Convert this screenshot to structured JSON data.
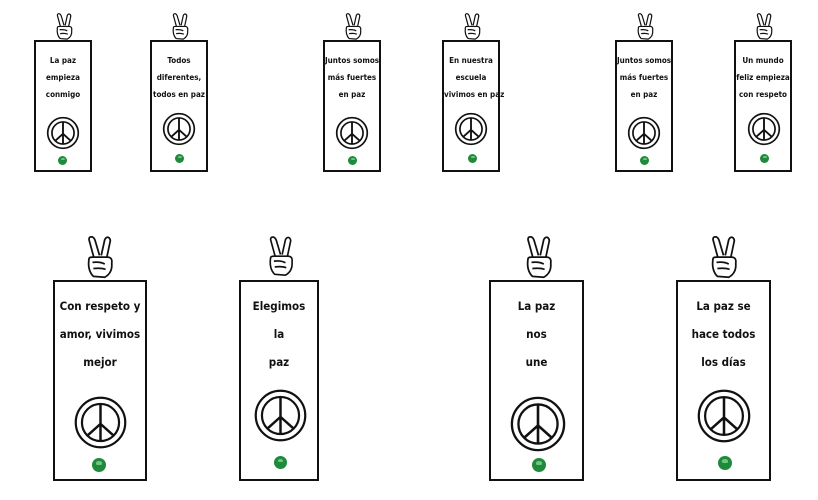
{
  "icons": {
    "hand": "peace-hand-icon",
    "symbol": "peace-symbol-icon",
    "dot": "green-dot-icon"
  },
  "colors": {
    "border": "#111111",
    "dot": "#1f8a3b",
    "background": "#ffffff"
  },
  "small_bookmarks": [
    {
      "lines": [
        "La paz",
        "empieza",
        "conmigo"
      ]
    },
    {
      "lines": [
        "Todos",
        "diferentes,",
        "todos en paz"
      ]
    },
    {
      "lines": [
        "Juntos somos",
        "más fuertes",
        "en paz"
      ]
    },
    {
      "lines": [
        "En nuestra",
        "escuela",
        "vivimos en paz"
      ]
    },
    {
      "lines": [
        "Juntos somos",
        "más fuertes",
        "en paz"
      ]
    },
    {
      "lines": [
        "Un mundo",
        "feliz empieza",
        "con respeto"
      ]
    }
  ],
  "large_bookmarks": [
    {
      "lines": [
        "Con respeto y",
        "amor, vivimos",
        "mejor"
      ]
    },
    {
      "lines": [
        "Elegimos",
        "la",
        "paz"
      ]
    },
    {
      "lines": [
        "La paz",
        "nos",
        "une"
      ]
    },
    {
      "lines": [
        "La paz se",
        "hace todos",
        "los días"
      ]
    }
  ]
}
